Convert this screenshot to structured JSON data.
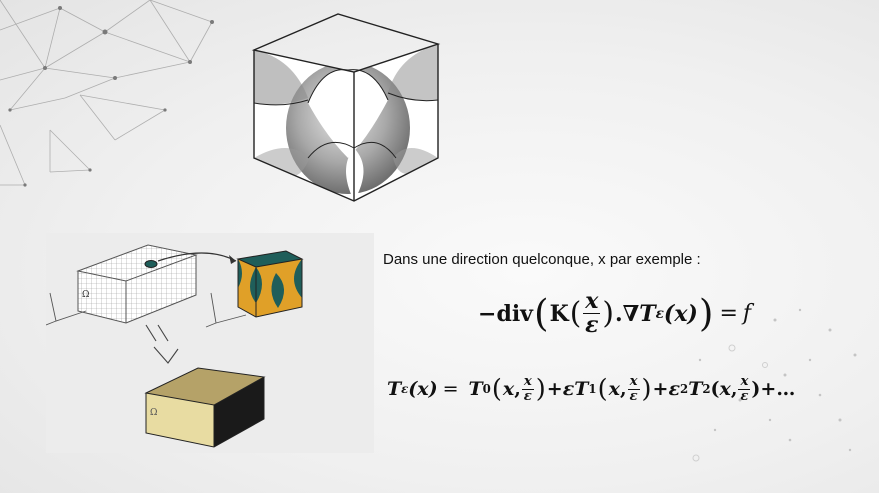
{
  "caption": "Dans une direction quelconque, x par exemple :",
  "panel": {
    "omega_label_1": "Ω",
    "omega_label_2": "Ω"
  },
  "eq1": {
    "minus": "−",
    "div": "div",
    "K": "K",
    "x": "x",
    "eps": "ε",
    "dot": ".",
    "nabla_T": "∇T",
    "sup_eps": "ε",
    "x_arg": "(x)",
    "equals": "=",
    "f": "f"
  },
  "eq2": {
    "lhs_T": "T",
    "lhs_sup": "ε",
    "lhs_arg": "(x)",
    "equals": "=",
    "T0": "T",
    "T0_sub": "0",
    "x": "x",
    "comma": ",",
    "frac_num": "x",
    "frac_den": "ε",
    "plus1": "+",
    "eps1": "εT",
    "T1_sub": "1",
    "plus2": "+",
    "eps2": "ε",
    "eps2_sup": "2",
    "T2": "T",
    "T2_sub": "2",
    "open_paren": "(",
    "tail": ")+…"
  },
  "colors": {
    "cell_face": "#ffffff",
    "sphere_grey": "#a8a8a8",
    "rve_teal": "#1f5e5a",
    "rve_orange": "#e0a028",
    "block_top": "#b5a268",
    "block_front": "#e8dca2",
    "block_side": "#1a1a1a"
  }
}
